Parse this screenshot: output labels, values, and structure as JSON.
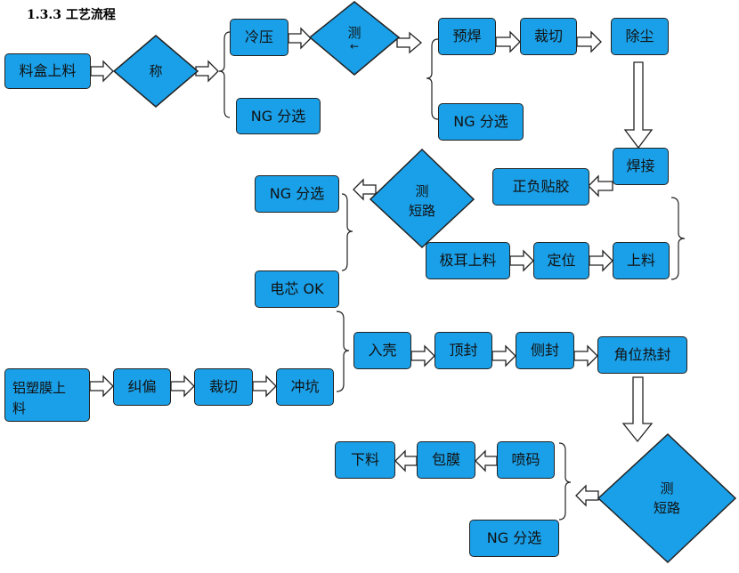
{
  "title": "1.3.3 工艺流程",
  "colors": {
    "fill": "#1aa0e8",
    "stroke": "#222222"
  },
  "nodes": {
    "tray_load": "料盒上料",
    "weigh": "称",
    "cold_press": "冷压",
    "ng_sort_1": "NG 分选",
    "test_1": "测",
    "test_1_sub": "←",
    "pre_weld": "预焊",
    "cut_1": "裁切",
    "dust_remove": "除尘",
    "ng_sort_2": "NG 分选",
    "weld": "焊接",
    "tape": "正负贴胶",
    "test_2_a": "测",
    "test_2_b": "短路",
    "ng_sort_3": "NG 分选",
    "tab_load": "极耳上料",
    "position": "定位",
    "load": "上料",
    "cell_ok": "电芯 OK",
    "foil_load_a": "铝塑膜上",
    "foil_load_b": "料",
    "deviation": "纠偏",
    "cut_2": "裁切",
    "punch": "冲坑",
    "case_in": "入壳",
    "top_seal": "顶封",
    "side_seal": "侧封",
    "corner_seal": "角位热封",
    "test_3_a": "测",
    "test_3_b": "短路",
    "ng_sort_4": "NG 分选",
    "spray_code": "喷码",
    "wrap_film": "包膜",
    "unload": "下料"
  }
}
